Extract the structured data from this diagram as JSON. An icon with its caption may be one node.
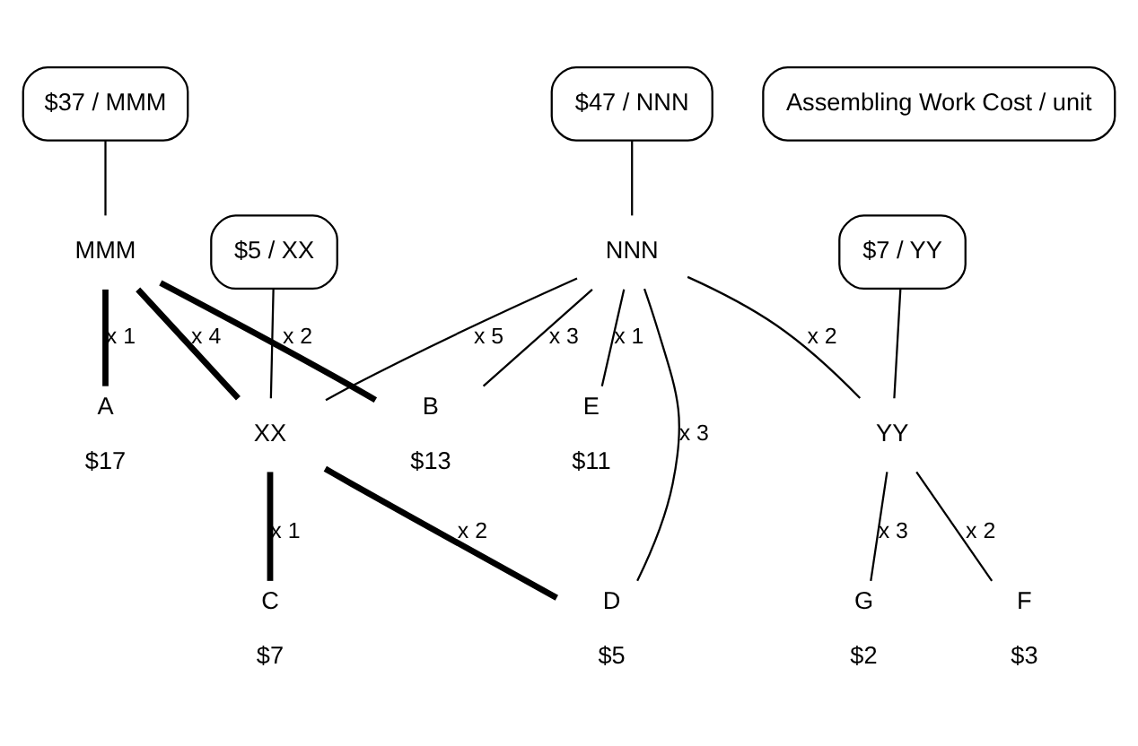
{
  "diagram": {
    "nodes": [
      {
        "text": [
          "$37 / MMM"
        ]
      },
      {
        "text": [
          "$47 / NNN"
        ]
      },
      {
        "text": [
          "MMM"
        ]
      },
      {
        "text": [
          "NNN"
        ]
      },
      {
        "text": [
          "$5 / XX"
        ]
      },
      {
        "text": [
          "$7 / YY"
        ]
      },
      {
        "text": [
          "XX"
        ]
      },
      {
        "text": [
          "YY"
        ]
      },
      {
        "text": [
          "Assembling Work Cost / unit"
        ]
      },
      {
        "text": [
          "A"
        ],
        "beside": [
          "$17"
        ]
      },
      {
        "text": [
          "B"
        ],
        "beside": [
          "$13"
        ]
      },
      {
        "text": [
          "C"
        ],
        "beside": [
          "$7"
        ]
      },
      {
        "text": [
          "D"
        ],
        "beside": [
          "$5"
        ]
      },
      {
        "text": [
          "E"
        ],
        "beside": [
          "$11"
        ]
      },
      {
        "text": [
          "F"
        ],
        "beside": [
          "$3"
        ]
      },
      {
        "text": [
          "G"
        ],
        "beside": [
          "$2"
        ]
      }
    ],
    "edges": [
      {
        "from": 0,
        "to": 2,
        "arrow": "none"
      },
      {
        "from": 1,
        "to": 3,
        "arrow": "none"
      },
      {
        "from": 4,
        "to": 6,
        "arrow": "none"
      },
      {
        "from": 5,
        "to": 7,
        "arrow": "none"
      },
      {
        "from": 2,
        "to": 9,
        "arrow": "none",
        "label": "x 1",
        "style": "thick"
      },
      {
        "from": 2,
        "to": 10,
        "arrow": "none",
        "label": "x 2",
        "style": "thick"
      },
      {
        "from": 2,
        "to": 6,
        "arrow": "none",
        "label": "x 4",
        "style": "thick"
      },
      {
        "from": 3,
        "to": 10,
        "arrow": "none",
        "label": "x 3"
      },
      {
        "from": 3,
        "to": 6,
        "arrow": "none",
        "label": "x 5"
      },
      {
        "from": 3,
        "to": 12,
        "arrow": "none",
        "label": "x 3"
      },
      {
        "from": 3,
        "to": 13,
        "arrow": "none",
        "label": "x 1"
      },
      {
        "from": 3,
        "to": 7,
        "arrow": "none",
        "label": "x 2"
      },
      {
        "from": 6,
        "to": 11,
        "arrow": "none",
        "label": "x 1",
        "style": "thick"
      },
      {
        "from": 6,
        "to": 12,
        "arrow": "none",
        "label": "x 2",
        "style": "thick"
      },
      {
        "from": 7,
        "to": 14,
        "arrow": "none",
        "label": "x 2"
      },
      {
        "from": 7,
        "to": 15,
        "arrow": "none",
        "label": "x 3"
      }
    ]
  }
}
